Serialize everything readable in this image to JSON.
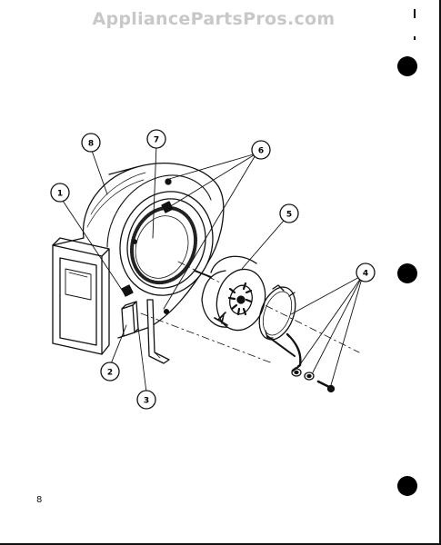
{
  "watermark": "AppliancePartsPros.com",
  "page_number": "8",
  "callouts": [
    {
      "id": "1",
      "label": "1"
    },
    {
      "id": "2",
      "label": "2"
    },
    {
      "id": "3",
      "label": "3"
    },
    {
      "id": "4",
      "label": "4"
    },
    {
      "id": "5",
      "label": "5"
    },
    {
      "id": "6",
      "label": "6"
    },
    {
      "id": "7",
      "label": "7"
    },
    {
      "id": "8",
      "label": "8"
    }
  ]
}
